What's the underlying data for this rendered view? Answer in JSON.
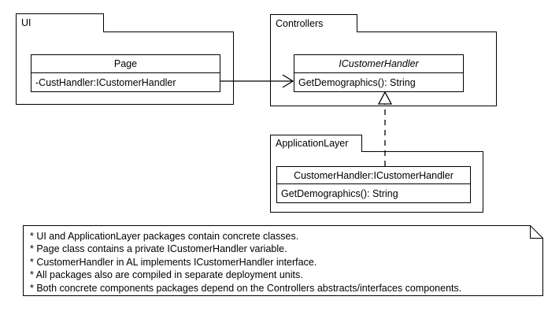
{
  "diagram": {
    "type": "uml-package-diagram",
    "title": "Layered architecture package diagram",
    "stroke_color": "#000000",
    "background_color": "#ffffff"
  },
  "packages": [
    {
      "id": "ui",
      "label": "UI",
      "classes": [
        {
          "id": "page",
          "name": "Page",
          "name_italic": false,
          "members": [
            "-CustHandler:ICustomerHandler"
          ]
        }
      ]
    },
    {
      "id": "controllers",
      "label": "Controllers",
      "classes": [
        {
          "id": "icustomerhandler",
          "name": "ICustomerHandler",
          "name_italic": true,
          "members": [
            "GetDemographics(): String"
          ]
        }
      ]
    },
    {
      "id": "applicationlayer",
      "label": "ApplicationLayer",
      "classes": [
        {
          "id": "customerhandler",
          "name": "CustomerHandler:ICustomerHandler",
          "name_italic": false,
          "members": [
            "GetDemographics(): String"
          ]
        }
      ]
    }
  ],
  "connectors": [
    {
      "id": "page-uses-interface",
      "kind": "association-open-arrow",
      "from": "page",
      "to": "icustomerhandler",
      "line_style": "solid",
      "arrow_head": "open-arrow"
    },
    {
      "id": "customerhandler-realizes-interface",
      "kind": "realization",
      "from": "customerhandler",
      "to": "icustomerhandler",
      "line_style": "dashed",
      "arrow_head": "hollow-triangle"
    }
  ],
  "note": {
    "id": "diagram-note",
    "lines": [
      "* UI and ApplicationLayer packages contain concrete classes.",
      "* Page class contains a private ICustomerHandler variable.",
      "* CustomerHandler in AL implements ICustomerHandler interface.",
      "* All packages also are compiled in separate deployment units.",
      "* Both concrete components packages depend on the Controllers abstracts/interfaces components."
    ]
  }
}
